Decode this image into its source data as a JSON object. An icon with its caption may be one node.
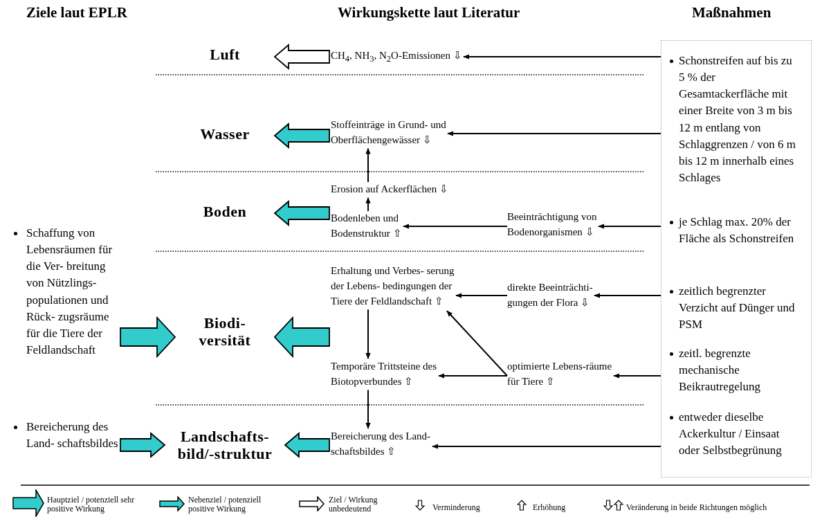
{
  "diagram": {
    "nodes": [
      {
        "text": [
          "Luft"
        ]
      },
      {
        "text": [
          "Wasser"
        ]
      },
      {
        "text": [
          "Boden"
        ]
      },
      {
        "text": [
          "Biodi- versität"
        ]
      },
      {
        "text": [
          "Landschafts- bild/-struktur"
        ]
      },
      {
        "text": [
          "CH$_{4}$, NH$_{3}$, N$_{2}$O-Emissionen ⇩"
        ]
      },
      {
        "text": [
          "Stoffeinträge in Grund- und Oberflächengewässer ⇩"
        ]
      },
      {
        "text": [
          "Erosion auf Ackerflächen ⇩"
        ]
      },
      {
        "text": [
          "Bodenleben und Bodenstruktur ⇧"
        ]
      },
      {
        "text": [
          "Beeinträchtigung von Bodenorganismen ⇩"
        ]
      },
      {
        "text": [
          "Erhaltung und Verbes- serung der Lebens- bedingungen der Tiere der Feldlandschaft ⇧"
        ]
      },
      {
        "text": [
          "direkte Beeinträchti- gungen der Flora ⇩"
        ]
      },
      {
        "text": [
          "Temporäre Trittsteine des Biotopverbundes ⇧"
        ]
      },
      {
        "text": [
          "optimierte Lebens-räume für Tiere ⇧"
        ]
      },
      {
        "text": [
          "Bereicherung des Land- schaftsbildes ⇧"
        ]
      },
      {
        "text": [
          "Schonstreifen auf bis zu 5 % der Gesamtackerfläche mit einer Breite von 3 m bis 12 m entlang von Schlaggrenzen / von 6 m bis 12 m innerhalb eines Schlages",
          "je Schlag max. 20% der Fläche als Schonstreifen",
          "zeitlich begrenzter Verzicht auf Dünger und PSM",
          "zeitl. begrenzte mechanische Beikrautregelung",
          "entweder dieselbe Ackerkultur / Einsaat oder Selbstbegrünung"
        ]
      },
      {
        "text": [
          "Schaffung von Lebensräumen für die Ver- breitung von Nützlings- populationen und Rück- zugsräume für die Tiere der Feldlandschaft"
        ]
      },
      {
        "text": [
          "Bereicherung des Land- schaftsbildes"
        ]
      }
    ],
    "edges": [
      {
        "from": 5,
        "to": 0,
        "arrow": "to",
        "style": "thick",
        "color": "#ffffff"
      },
      {
        "from": 6,
        "to": 1,
        "arrow": "to",
        "style": "thick",
        "color": "#33cccc"
      },
      {
        "from": 8,
        "to": 2,
        "arrow": "to",
        "style": "thick",
        "color": "#33cccc"
      },
      {
        "from": 16,
        "to": 3,
        "arrow": "to",
        "style": "thick",
        "color": "#33cccc"
      },
      {
        "from": 10,
        "to": 3,
        "arrow": "to",
        "style": "thick",
        "color": "#33cccc"
      },
      {
        "from": 17,
        "to": 4,
        "arrow": "to",
        "style": "thick",
        "color": "#33cccc"
      },
      {
        "from": 14,
        "to": 4,
        "arrow": "to",
        "style": "thick",
        "color": "#33cccc"
      },
      {
        "from": 15,
        "to": 5,
        "arrow": "to"
      },
      {
        "from": 15,
        "to": 6,
        "arrow": "to"
      },
      {
        "from": 7,
        "to": 6,
        "arrow": "to"
      },
      {
        "from": 8,
        "to": 7,
        "arrow": "to"
      },
      {
        "from": 15,
        "to": 9,
        "arrow": "to"
      },
      {
        "from": 9,
        "to": 8,
        "arrow": "to"
      },
      {
        "from": 15,
        "to": 11,
        "arrow": "to"
      },
      {
        "from": 11,
        "to": 10,
        "arrow": "to"
      },
      {
        "from": 15,
        "to": 13,
        "arrow": "to"
      },
      {
        "from": 13,
        "to": 12,
        "arrow": "to"
      },
      {
        "from": 13,
        "to": 10,
        "arrow": "to"
      },
      {
        "from": 10,
        "to": 12,
        "arrow": "to"
      },
      {
        "from": 12,
        "to": 14,
        "arrow": "to"
      },
      {
        "from": 15,
        "to": 14,
        "arrow": "to"
      }
    ],
    "labels": [
      "Ziele laut EPLR",
      "Wirkungskette laut Literatur",
      "Maßnahmen"
    ],
    "legend": [
      {
        "text": "Hauptziel / potenziell sehr positive Wirkung"
      },
      {
        "text": "Nebenziel / potenziell positive Wirkung"
      },
      {
        "text": "Ziel / Wirkung unbedeutend"
      },
      {
        "text": "Verminderung"
      },
      {
        "text": "Erhöhung"
      },
      {
        "text": "Veränderung in beide Richtungen möglich"
      }
    ]
  }
}
